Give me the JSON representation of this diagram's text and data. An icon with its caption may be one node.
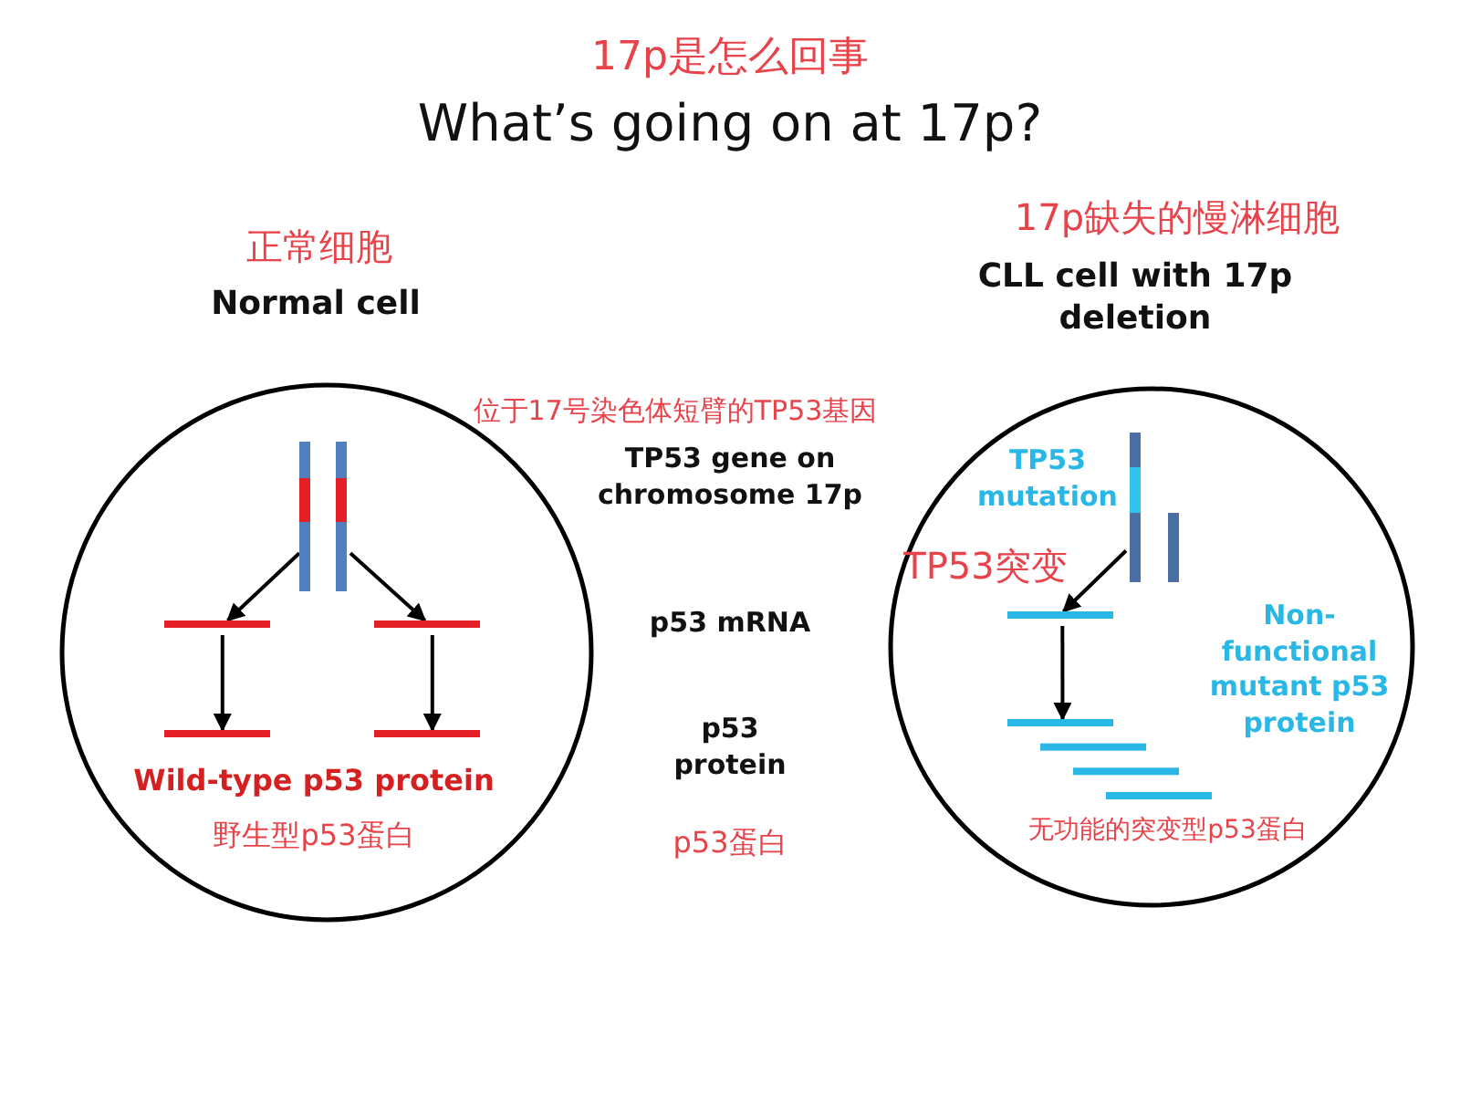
{
  "diagram": {
    "title": "17p是怎么回事",
    "nodes": [
      {
        "text": [
          "正常细胞",
          "Normal cell",
          "Wild-type p53 protein",
          "野生型p53蛋白"
        ]
      },
      {
        "text": [],
        "shape": "bar",
        "in": 0
      },
      {
        "text": [],
        "shape": "bar",
        "in": 0
      },
      {
        "text": [],
        "shape": "bar",
        "in": 0
      },
      {
        "text": [],
        "shape": "bar",
        "in": 0
      },
      {
        "text": [],
        "shape": "bar",
        "in": 0
      },
      {
        "text": [
          "17p缺失的慢淋细胞",
          "CLL cell with 17p deletion",
          "TP53 mutation",
          "TP53突变",
          "Non-functional mutant p53 protein",
          "无功能的突变型p53蛋白"
        ]
      },
      {
        "text": [],
        "shape": "bar",
        "in": 6
      },
      {
        "text": [],
        "shape": "bar",
        "in": 6
      },
      {
        "text": [],
        "shape": "bar",
        "in": 6
      }
    ],
    "edges": [
      {
        "from": 1,
        "to": 2,
        "arrow": "to"
      },
      {
        "from": 1,
        "to": 3,
        "arrow": "to"
      },
      {
        "from": 2,
        "to": 4,
        "arrow": "to"
      },
      {
        "from": 3,
        "to": 5,
        "arrow": "to"
      },
      {
        "from": 7,
        "to": 8,
        "arrow": "to"
      },
      {
        "from": 8,
        "to": 9,
        "arrow": "to"
      }
    ],
    "labels": [
      "What’s going on at 17p?",
      "位于17号染色体短臂的TP53基因",
      "TP53 gene on chromosome 17p",
      "p53 mRNA",
      "p53 protein",
      "p53蛋白"
    ]
  }
}
